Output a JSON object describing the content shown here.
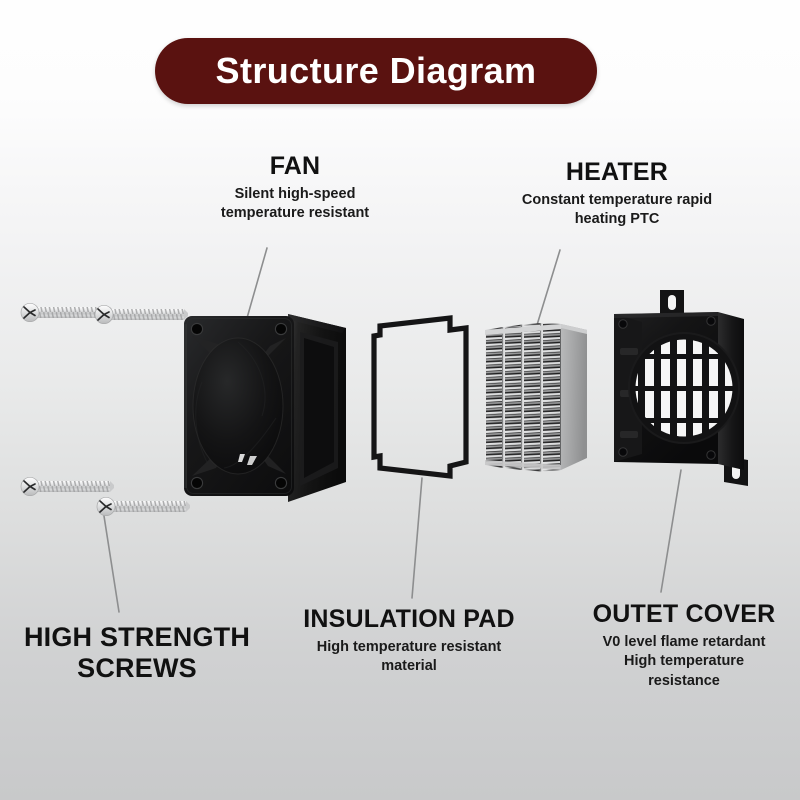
{
  "title": {
    "text": "Structure Diagram",
    "banner_color": "#5a1210",
    "text_color": "#ffffff"
  },
  "background": {
    "top_color": "#fefefe",
    "bottom_color": "#c8c9ca"
  },
  "labels": {
    "fan": {
      "title": "FAN",
      "subtitle_line1": "Silent high-speed",
      "subtitle_line2": "temperature resistant"
    },
    "heater": {
      "title": "HEATER",
      "subtitle_line1": "Constant temperature rapid",
      "subtitle_line2": "heating PTC"
    },
    "screws": {
      "title_line1": "HIGH STRENGTH",
      "title_line2": "SCREWS"
    },
    "insulation_pad": {
      "title": "INSULATION PAD",
      "subtitle_line1": "High temperature resistant",
      "subtitle_line2": "material"
    },
    "outlet_cover": {
      "title": "OUTET COVER",
      "subtitle_line1": "V0 level flame retardant",
      "subtitle_line2": "High temperature",
      "subtitle_line3": "resistance"
    }
  },
  "components": {
    "screws": {
      "count": 4,
      "color": "#d9dadb",
      "head_type": "phillips"
    },
    "fan": {
      "color": "#101010",
      "type": "axial-cooling-fan"
    },
    "insulation_pad": {
      "outline_color": "#121212",
      "type": "gasket-frame"
    },
    "heater": {
      "color": "#9a9b9c",
      "fin_columns": 4,
      "type": "ptc-finned-heater"
    },
    "outlet_cover": {
      "color": "#121212",
      "grille_bars": 7,
      "type": "vent-grille-housing"
    }
  },
  "leader_line_color": "#8a8b8c"
}
